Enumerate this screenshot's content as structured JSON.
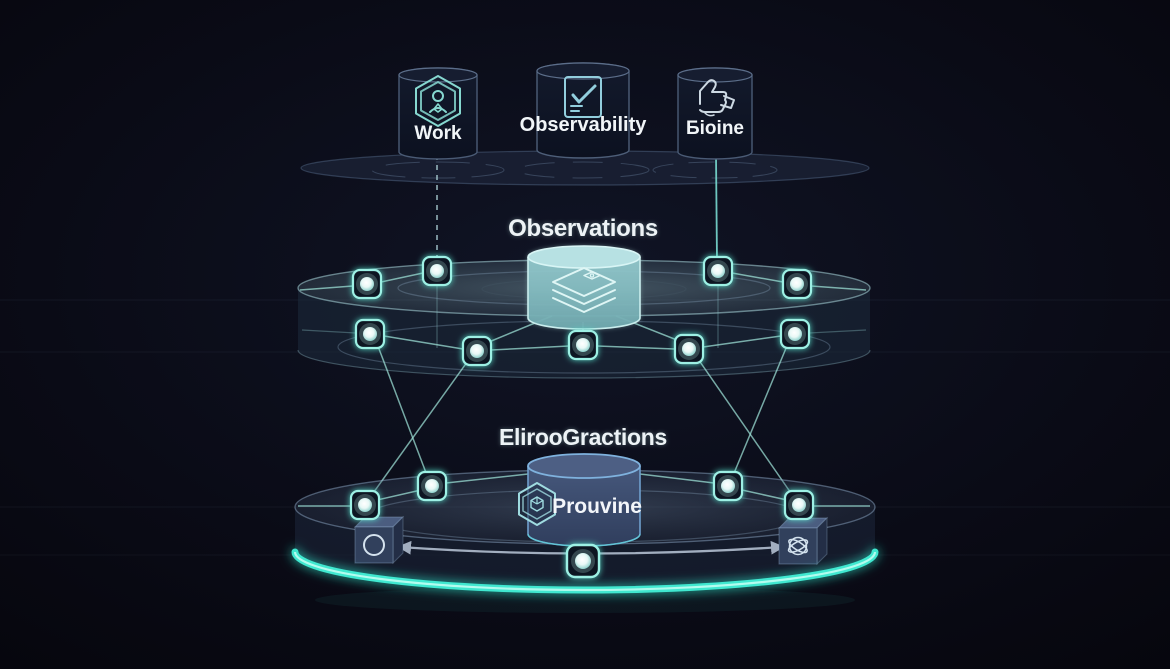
{
  "diagram": {
    "title_hint": "layered-architecture-illustration",
    "top_row": {
      "boxes": [
        {
          "label": "Work",
          "icon": "hexagon-robot-icon"
        },
        {
          "label": "Observability",
          "icon": "checklist-check-icon"
        },
        {
          "label": "Бioine",
          "icon": "thumbs-up-icon"
        }
      ]
    },
    "middle_layer": {
      "title": "Observations",
      "icon": "stacked-layers-icon"
    },
    "lower_layer": {
      "title": "ElirooGractions"
    },
    "bottom_layer": {
      "cylinder_label": "Prouvine",
      "cylinder_icon": "hexagon-cube-icon",
      "left_cube_icon": "circle-icon",
      "right_cube_icon": "atom-scribble-icon"
    },
    "colors": {
      "background": "#08090f",
      "accent_teal": "#5ce4cf",
      "node_border": "#9df0e4",
      "ring_glow": "#44e8d0",
      "cylinder_teal": "#8cc3c8",
      "cylinder_blue": "#3e5074",
      "arrow_gray": "#a2aebf",
      "label_white": "#f1f5f8"
    }
  }
}
